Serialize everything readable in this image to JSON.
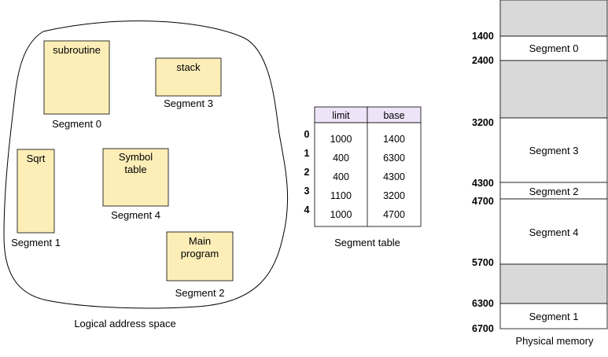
{
  "logical_space": {
    "caption": "Logical address space",
    "segments": [
      {
        "name": "subroutine",
        "label": "Segment 0"
      },
      {
        "name": "stack",
        "label": "Segment 3"
      },
      {
        "name": "Sqrt",
        "label": "Segment 1"
      },
      {
        "name_lines": [
          "Symbol",
          "table"
        ],
        "label": "Segment 4"
      },
      {
        "name_lines": [
          "Main",
          "program"
        ],
        "label": "Segment 2"
      }
    ]
  },
  "segment_table": {
    "caption": "Segment table",
    "headers": [
      "limit",
      "base"
    ],
    "indices": [
      "0",
      "1",
      "2",
      "3",
      "4"
    ],
    "rows": [
      {
        "limit": "1000",
        "base": "1400"
      },
      {
        "limit": "400",
        "base": "6300"
      },
      {
        "limit": "400",
        "base": "4300"
      },
      {
        "limit": "1100",
        "base": "3200"
      },
      {
        "limit": "1000",
        "base": "4700"
      }
    ]
  },
  "physical_memory": {
    "caption": "Physical memory",
    "addresses": [
      "1400",
      "2400",
      "3200",
      "4300",
      "4700",
      "5700",
      "6300",
      "6700"
    ],
    "regions": [
      {
        "label": "",
        "fill": "#d9d9d9"
      },
      {
        "label": "Segment 0",
        "fill": "#ffffff"
      },
      {
        "label": "",
        "fill": "#d9d9d9"
      },
      {
        "label": "Segment 3",
        "fill": "#ffffff"
      },
      {
        "label": "Segment 2",
        "fill": "#ffffff"
      },
      {
        "label": "Segment 4",
        "fill": "#ffffff"
      },
      {
        "label": "",
        "fill": "#d9d9d9"
      },
      {
        "label": "Segment 1",
        "fill": "#ffffff"
      }
    ]
  },
  "colors": {
    "segment_fill": "#fdeeb8",
    "table_header_fill": "#eee4f8",
    "free_memory_fill": "#d9d9d9"
  }
}
